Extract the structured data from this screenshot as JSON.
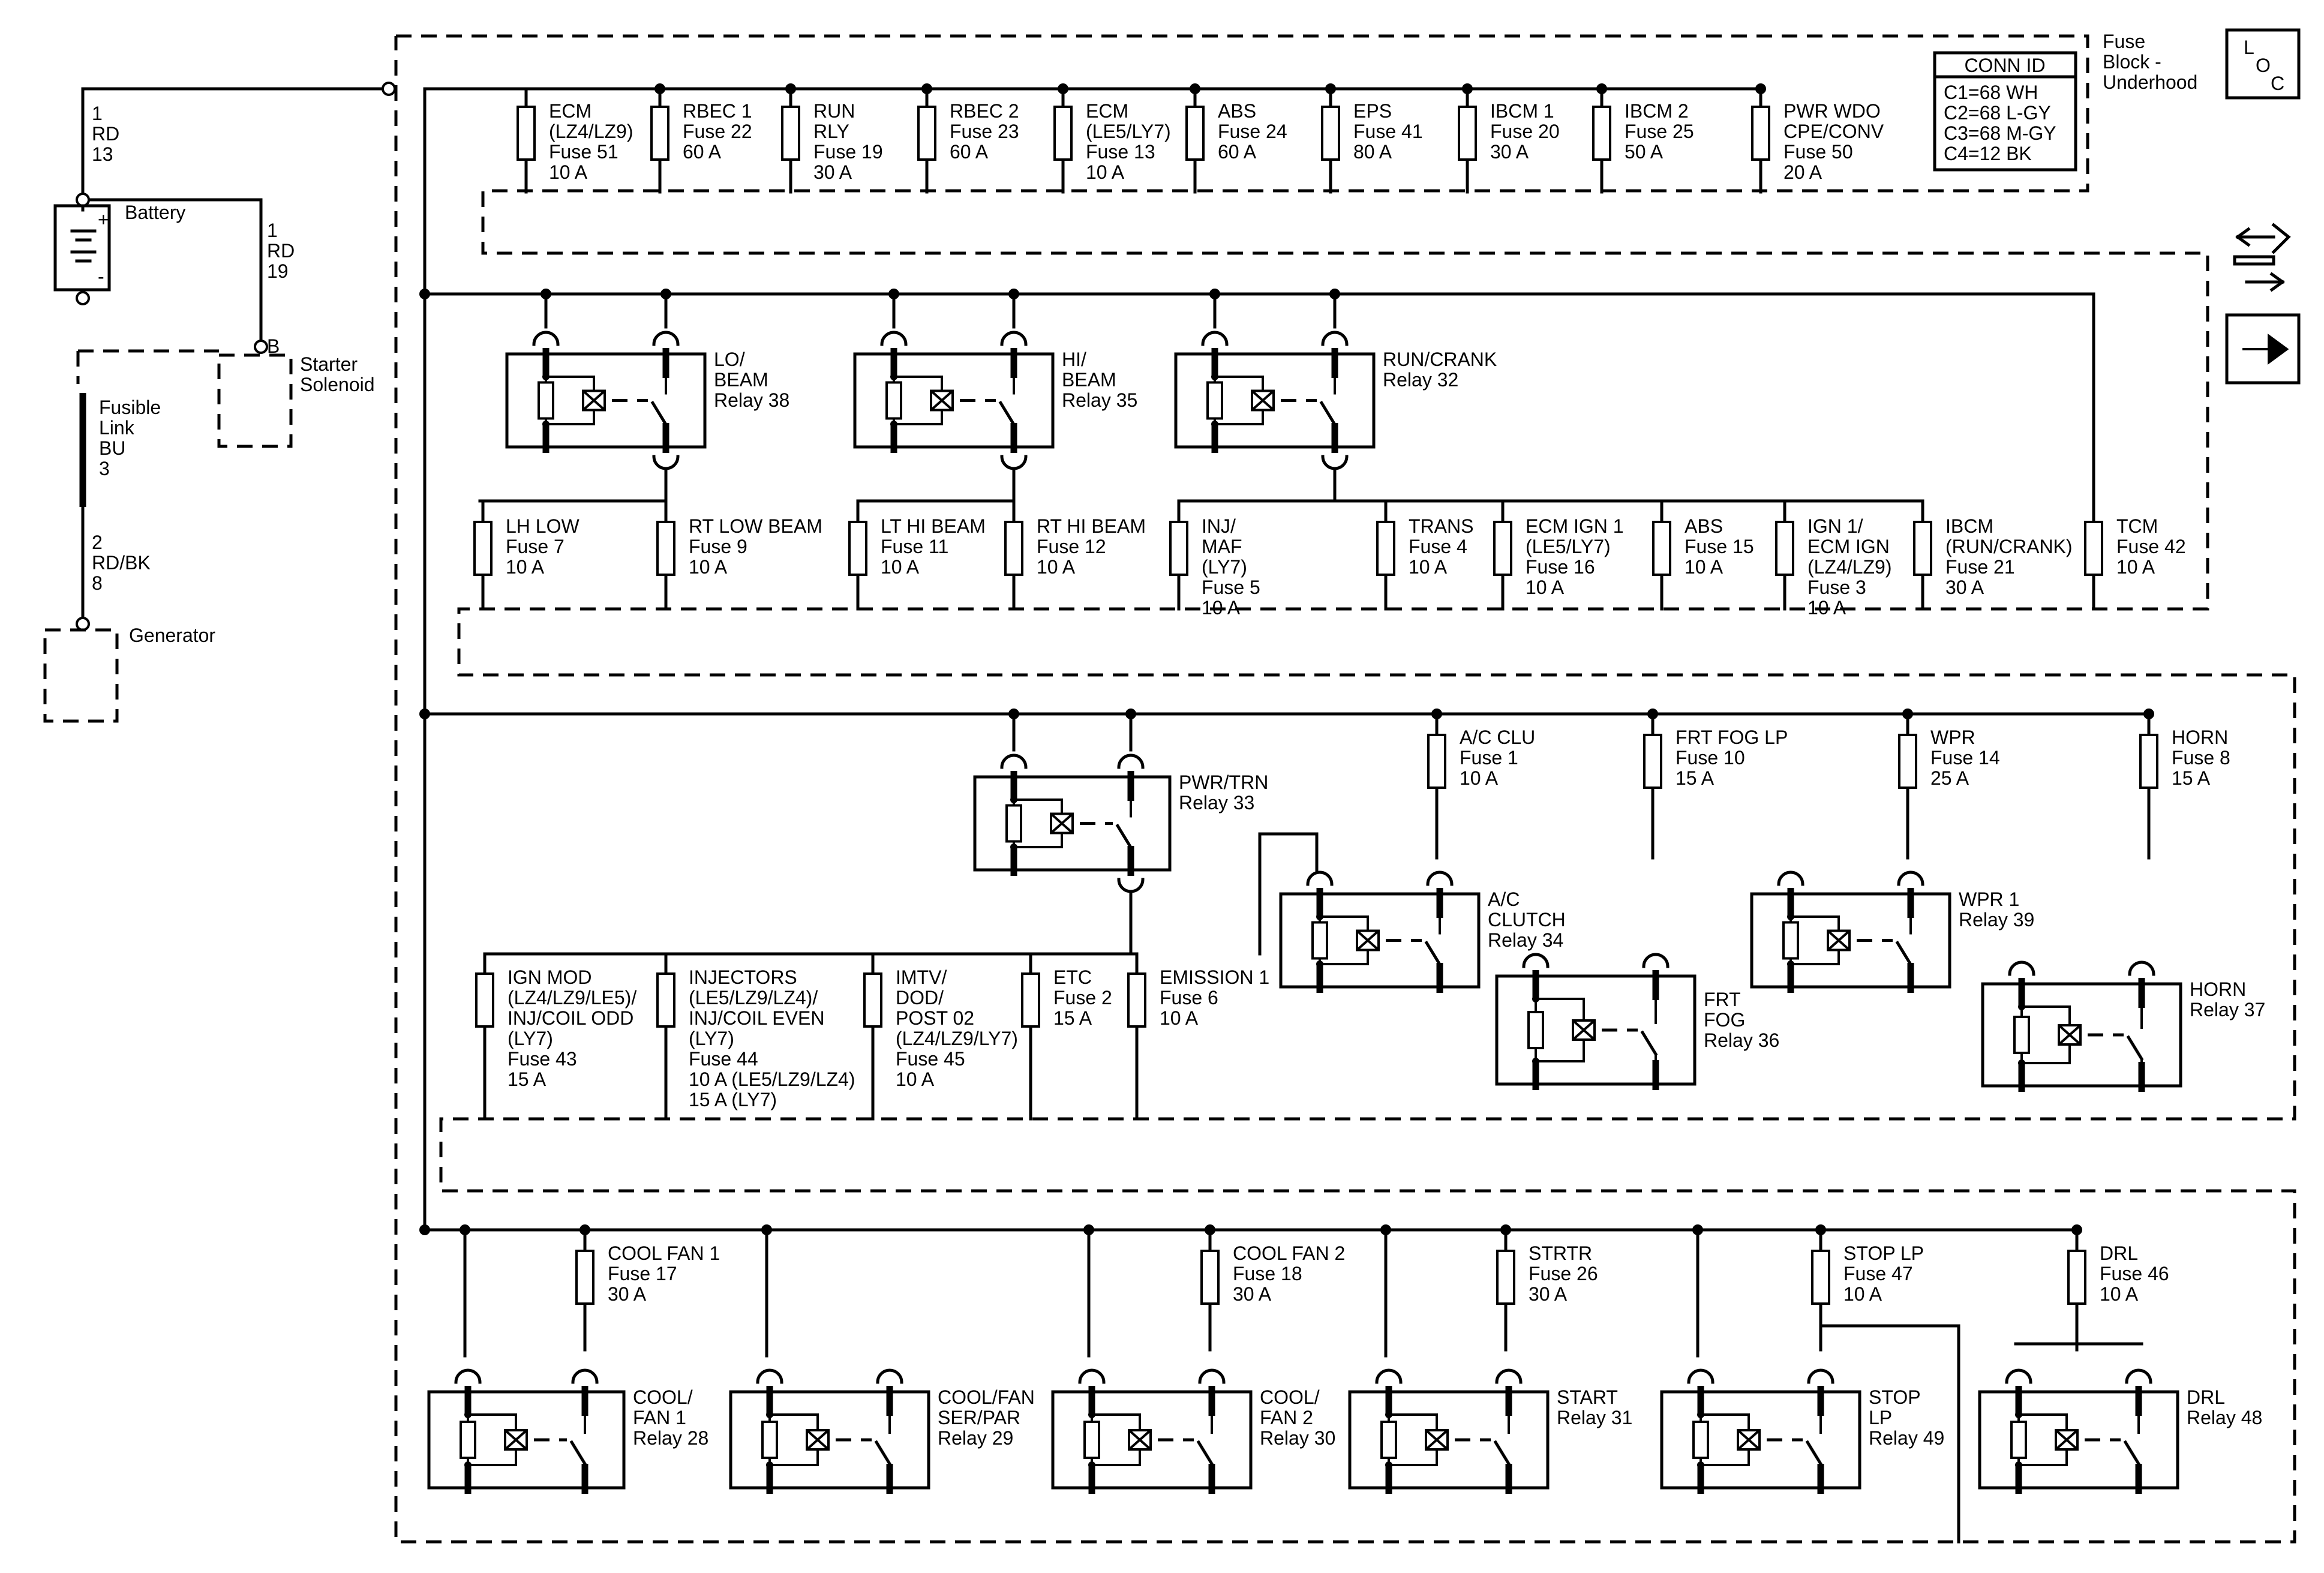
{
  "power": {
    "battery_label": "Battery",
    "wire_top": [
      "1",
      "RD",
      "13"
    ],
    "wire_starter": [
      "1",
      "RD",
      "19"
    ],
    "starter_pin": "B",
    "starter_label": [
      "Starter",
      "Solenoid"
    ],
    "fusible_link": [
      "Fusible",
      "Link",
      "BU",
      "3"
    ],
    "wire_gen": [
      "2",
      "RD/BK",
      "8"
    ],
    "generator_label": "Generator",
    "battery_plus": "+",
    "battery_minus": "-"
  },
  "header": {
    "block_label": [
      "Fuse",
      "Block -",
      "Underhood"
    ],
    "conn_title": "CONN ID",
    "conn_rows": [
      "C1=68 WH",
      "C2=68 L-GY",
      "C3=68 M-GY",
      "C4=12 BK"
    ],
    "loc_icon": [
      "L",
      "O",
      "C"
    ]
  },
  "row1_fuses": [
    [
      "ECM",
      "(LZ4/LZ9)",
      "Fuse 51",
      "10 A"
    ],
    [
      "RBEC 1",
      "Fuse 22",
      "60 A"
    ],
    [
      "RUN",
      "RLY",
      "Fuse 19",
      "30 A"
    ],
    [
      "RBEC 2",
      "Fuse 23",
      "60 A"
    ],
    [
      "ECM",
      "(LE5/LY7)",
      "Fuse 13",
      "10 A"
    ],
    [
      "ABS",
      "Fuse 24",
      "60 A"
    ],
    [
      "EPS",
      "Fuse 41",
      "80 A"
    ],
    [
      "IBCM 1",
      "Fuse 20",
      "30 A"
    ],
    [
      "IBCM 2",
      "Fuse 25",
      "50 A"
    ],
    [
      "PWR WDO",
      "CPE/CONV",
      "Fuse 50",
      "20 A"
    ]
  ],
  "row2_relays": [
    [
      "LO/",
      "BEAM",
      "Relay 38"
    ],
    [
      "HI/",
      "BEAM",
      "Relay 35"
    ],
    [
      "RUN/CRANK",
      "Relay 32"
    ]
  ],
  "row2_fuses": [
    [
      "LH LOW",
      "Fuse 7",
      "10 A"
    ],
    [
      "RT LOW BEAM",
      "Fuse 9",
      "10 A"
    ],
    [
      "LT HI BEAM",
      "Fuse 11",
      "10 A"
    ],
    [
      "RT HI BEAM",
      "Fuse 12",
      "10 A"
    ],
    [
      "INJ/",
      "MAF",
      "(LY7)",
      "Fuse 5",
      "10 A"
    ],
    [
      "TRANS",
      "Fuse 4",
      "10 A"
    ],
    [
      "ECM IGN 1",
      "(LE5/LY7)",
      "Fuse 16",
      "10 A"
    ],
    [
      "ABS",
      "Fuse 15",
      "10 A"
    ],
    [
      "IGN 1/",
      "ECM IGN",
      "(LZ4/LZ9)",
      "Fuse 3",
      "10 A"
    ],
    [
      "IBCM",
      "(RUN/CRANK)",
      "Fuse 21",
      "30 A"
    ],
    [
      "TCM",
      "Fuse 42",
      "10 A"
    ]
  ],
  "row3_top_fuses": [
    [
      "A/C CLU",
      "Fuse 1",
      "10 A"
    ],
    [
      "FRT FOG LP",
      "Fuse 10",
      "15 A"
    ],
    [
      "WPR",
      "Fuse 14",
      "25 A"
    ],
    [
      "HORN",
      "Fuse 8",
      "15 A"
    ]
  ],
  "row3_relays": [
    [
      "PWR/TRN",
      "Relay 33"
    ],
    [
      "A/C",
      "CLUTCH",
      "Relay 34"
    ],
    [
      "FRT",
      "FOG",
      "Relay 36"
    ],
    [
      "WPR 1",
      "Relay 39"
    ],
    [
      "HORN",
      "Relay 37"
    ]
  ],
  "row3_bottom_fuses": [
    [
      "IGN MOD",
      "(LZ4/LZ9/LE5)/",
      "INJ/COIL ODD",
      "(LY7)",
      "Fuse 43",
      "15 A"
    ],
    [
      "INJECTORS",
      "(LE5/LZ9/LZ4)/",
      "INJ/COIL EVEN",
      "(LY7)",
      "Fuse 44",
      "10 A (LE5/LZ9/LZ4)",
      "15 A (LY7)"
    ],
    [
      "IMTV/",
      "DOD/",
      "POST 02",
      "(LZ4/LZ9/LY7)",
      "Fuse 45",
      "10 A"
    ],
    [
      "ETC",
      "Fuse 2",
      "15 A"
    ],
    [
      "EMISSION 1",
      "Fuse 6",
      "10 A"
    ]
  ],
  "row4_fuses": [
    [
      "COOL FAN 1",
      "Fuse 17",
      "30 A"
    ],
    [
      "COOL FAN 2",
      "Fuse 18",
      "30 A"
    ],
    [
      "STRTR",
      "Fuse 26",
      "30 A"
    ],
    [
      "STOP LP",
      "Fuse 47",
      "10 A"
    ],
    [
      "DRL",
      "Fuse 46",
      "10 A"
    ]
  ],
  "row4_relays": [
    [
      "COOL/",
      "FAN 1",
      "Relay 28"
    ],
    [
      "COOL/FAN",
      "SER/PAR",
      "Relay 29"
    ],
    [
      "COOL/",
      "FAN 2",
      "Relay 30"
    ],
    [
      "START",
      "Relay 31"
    ],
    [
      "STOP",
      "LP",
      "Relay 49"
    ],
    [
      "DRL",
      "Relay 48"
    ]
  ],
  "side_icons": [
    "diagnostic-arrows-icon",
    "next-page-arrow-icon"
  ]
}
